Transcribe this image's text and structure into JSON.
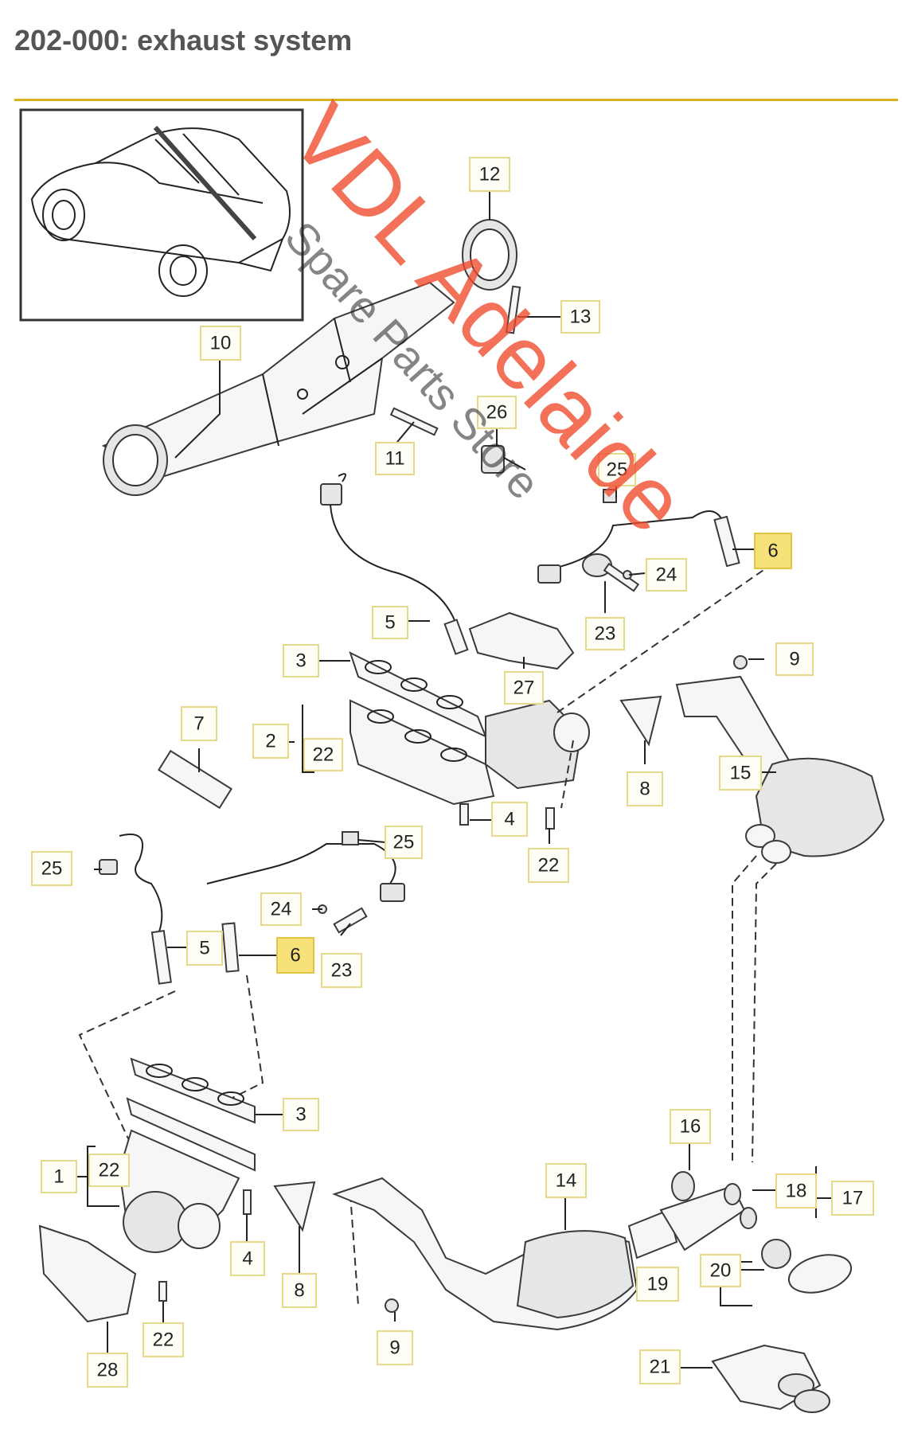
{
  "header": {
    "title": "202-000: exhaust system"
  },
  "watermark": {
    "line1": "VDL Adelaide",
    "line2": "Spare Parts Store"
  },
  "colors": {
    "accent_rule": "#d9b020",
    "highlight": "#f7e27a",
    "watermark": "#ef4a2a"
  },
  "callouts": {
    "c1": "1",
    "c2": "2",
    "c3a": "3",
    "c3b": "3",
    "c4a": "4",
    "c4b": "4",
    "c5a": "5",
    "c5b": "5",
    "c6a": "6",
    "c6b": "6",
    "c7": "7",
    "c8a": "8",
    "c8b": "8",
    "c9a": "9",
    "c9b": "9",
    "c10": "10",
    "c11": "11",
    "c12": "12",
    "c13": "13",
    "c14": "14",
    "c15": "15",
    "c16": "16",
    "c17": "17",
    "c18": "18",
    "c19": "19",
    "c20": "20",
    "c21": "21",
    "c22a": "22",
    "c22b": "22",
    "c22c": "22",
    "c22d": "22",
    "c23a": "23",
    "c23b": "23",
    "c24a": "24",
    "c24b": "24",
    "c25a": "25",
    "c25b": "25",
    "c25c": "25",
    "c26": "26",
    "c27": "27",
    "c28": "28"
  }
}
